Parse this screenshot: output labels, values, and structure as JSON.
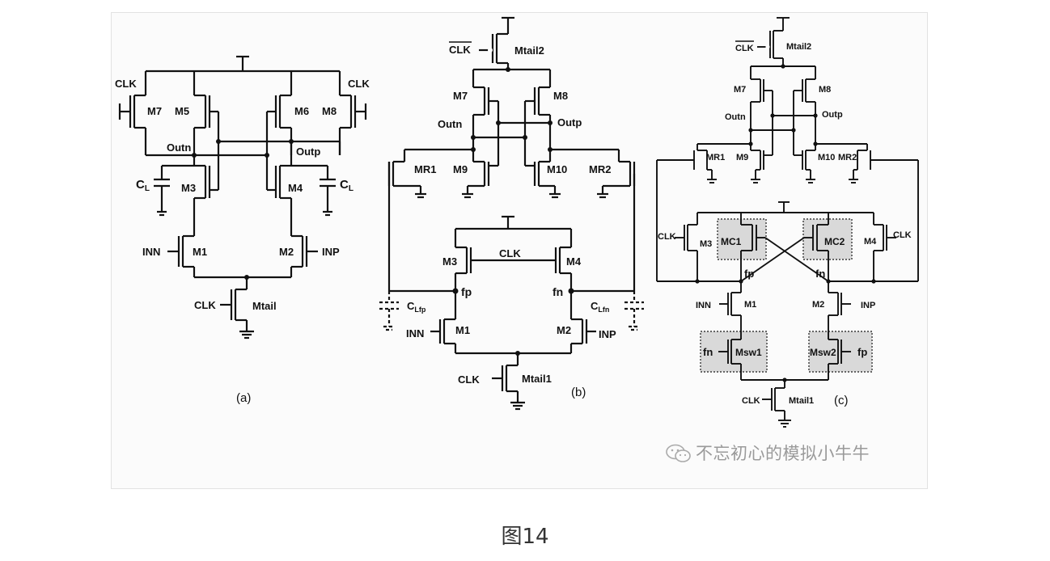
{
  "figure": {
    "caption": "图14",
    "watermark": "不忘初心的模拟小牛牛",
    "colors": {
      "wire": "#111111",
      "highlight_fill": "#d9d9d9",
      "frame_border": "#e2e2e2",
      "watermark": "#9a9a9a"
    }
  },
  "panel_a": {
    "label": "(a)",
    "clk_left": "CLK",
    "clk_right": "CLK",
    "m7": "M7",
    "m5": "M5",
    "m6": "M6",
    "m8": "M8",
    "outn": "Outn",
    "outp": "Outp",
    "cl_left": "C",
    "cl_left_sub": "L",
    "cl_right": "C",
    "cl_right_sub": "L",
    "m3": "M3",
    "m4": "M4",
    "inn": "INN",
    "m1": "M1",
    "m2": "M2",
    "inp": "INP",
    "clk_tail": "CLK",
    "mtail": "Mtail"
  },
  "panel_b": {
    "label": "(b)",
    "clk_bar": "CLK",
    "mtail2": "Mtail2",
    "m7": "M7",
    "m8": "M8",
    "outn": "Outn",
    "outp": "Outp",
    "mr1": "MR1",
    "m9": "M9",
    "m10": "M10",
    "mr2": "MR2",
    "m3": "M3",
    "clk": "CLK",
    "m4": "M4",
    "fp": "fp",
    "fn": "fn",
    "clfp": "C",
    "clfp_sub": "Lfp",
    "clfn": "C",
    "clfn_sub": "Lfn",
    "inn": "INN",
    "m1": "M1",
    "m2": "M2",
    "inp": "INP",
    "clk_tail": "CLK",
    "mtail1": "Mtail1"
  },
  "panel_c": {
    "label": "(c)",
    "clk_bar": "CLK",
    "mtail2": "Mtail2",
    "m7": "M7",
    "m8": "M8",
    "outn": "Outn",
    "outp": "Outp",
    "mr1": "MR1",
    "m9": "M9",
    "m10": "M10",
    "mr2": "MR2",
    "clk_left": "CLK",
    "m3": "M3",
    "mc1": "MC1",
    "mc2": "MC2",
    "m4": "M4",
    "clk_right": "CLK",
    "fp": "fp",
    "fn": "fn",
    "inn": "INN",
    "m1": "M1",
    "m2": "M2",
    "inp": "INP",
    "fn_gate": "fn",
    "msw1": "Msw1",
    "msw2": "Msw2",
    "fp_gate": "fp",
    "clk_tail": "CLK",
    "mtail1": "Mtail1"
  }
}
